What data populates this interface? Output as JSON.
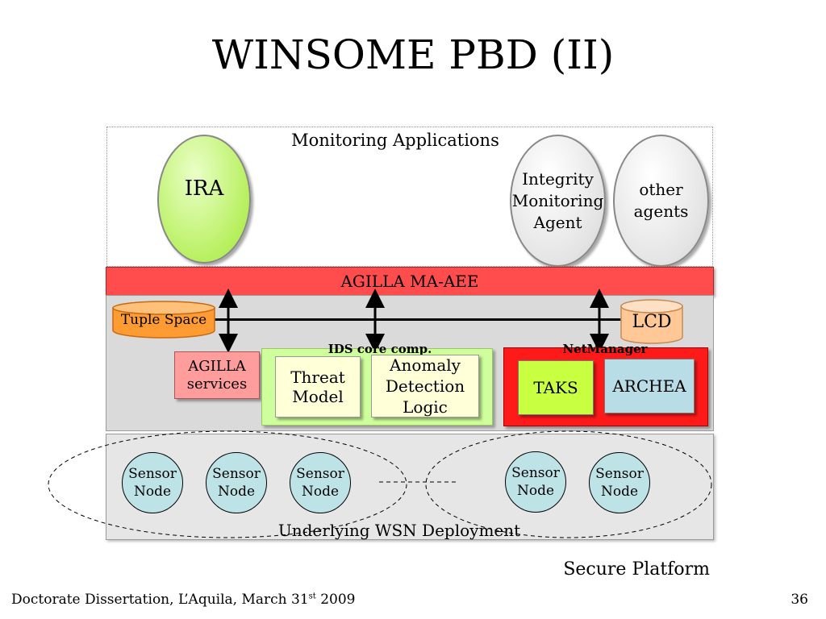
{
  "title": "WINSOME PBD (II)",
  "monitoring": {
    "label": "Monitoring Applications",
    "ira": "IRA",
    "integrity": [
      "Integrity",
      "Monitoring",
      "Agent"
    ],
    "other": [
      "other",
      "agents"
    ]
  },
  "agilla_bar": "AGILLA MA-AEE",
  "tuple_space": "Tuple Space",
  "lcd": "LCD",
  "agilla_services": [
    "AGILLA",
    "services"
  ],
  "ids": {
    "label": "IDS core comp.",
    "threat": [
      "Threat",
      "Model"
    ],
    "anomaly": [
      "Anomaly",
      "Detection",
      "Logic"
    ]
  },
  "netmanager": {
    "label": "NetManager",
    "taks": "TAKS",
    "archea": "ARCHEA"
  },
  "wsn": {
    "label": "Underlying WSN Deployment",
    "nodes": [
      [
        "Sensor",
        "Node"
      ],
      [
        "Sensor",
        "Node"
      ],
      [
        "Sensor",
        "Node"
      ],
      [
        "Sensor",
        "Node"
      ],
      [
        "Sensor",
        "Node"
      ]
    ]
  },
  "secure_platform": "Secure Platform",
  "footer": {
    "text": "Doctorate Dissertation, L’Aquila, March 31",
    "sup": "st",
    "year": " 2009"
  },
  "page_number": "36",
  "colors": {
    "ira": "#b8f060",
    "agilla_bar": "#ff4d4d",
    "ids_box": "#cfff9c",
    "netmanager_box": "#ff1a1a",
    "taks": "#c8ff40",
    "archea": "#b8dde6",
    "tuple_space": "#ff9b33",
    "lcd": "#ffc896",
    "sensor_node": "#bde3e7"
  }
}
